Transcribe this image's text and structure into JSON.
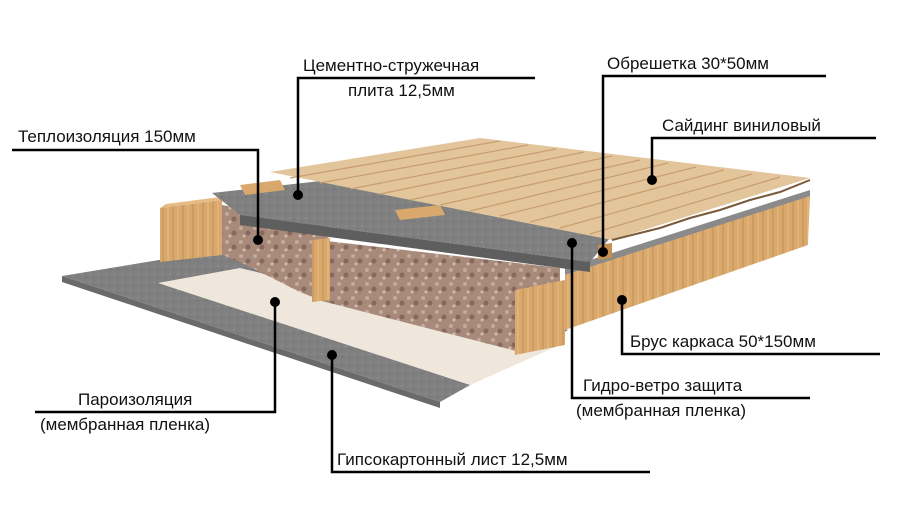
{
  "diagram": {
    "title": "Wall cross-section (frame wall layers)",
    "colors": {
      "background": "#ffffff",
      "siding": "#e3c59c",
      "siding_edge": "#c89f6f",
      "timber": "#d9a86c",
      "timber_dark": "#b9844a",
      "cement_board": "#7a7a7a",
      "cement_board_edge": "#626262",
      "insulation": "#a88a7a",
      "insulation_dark": "#7e6256",
      "gypsum": "#8c8c8c",
      "vapor_barrier": "#efe7dc",
      "wind_barrier": "#d8d8d8",
      "leader_line": "#000000"
    },
    "labels": {
      "cement_board_line1": "Цементно-стружечная",
      "cement_board_line2": "плита 12,5мм",
      "battens": "Обрешетка 30*50мм",
      "siding": "Сайдинг виниловый",
      "insulation": "Теплоизоляция 150мм",
      "frame_beam": "Брус каркаса 50*150мм",
      "wind_barrier_line1": "Гидро-ветро защита",
      "wind_barrier_line2": "(мембранная пленка)",
      "vapor_barrier_line1": "Пароизоляция",
      "vapor_barrier_line2": "(мембранная пленка)",
      "gypsum": "Гипсокартонный лист 12,5мм"
    }
  }
}
